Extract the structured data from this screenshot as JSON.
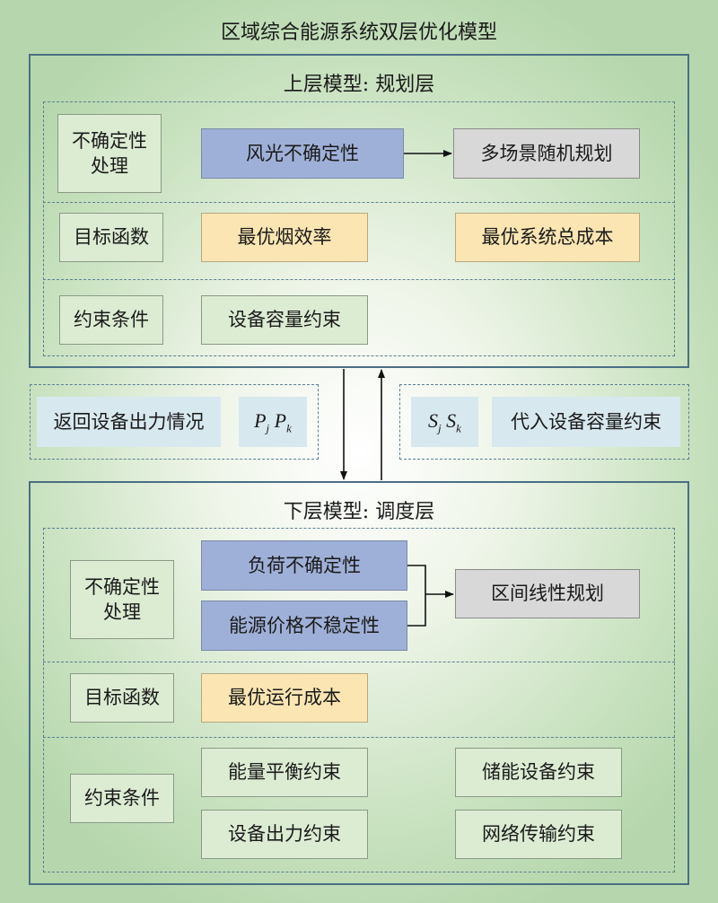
{
  "title": "区域综合能源系统双层优化模型",
  "upper": {
    "title": "上层模型: 规划层",
    "uncertainty_label": "不确定性处理",
    "wind_solar": "风光不确定性",
    "scenario": "多场景随机规划",
    "objective_label": "目标函数",
    "obj_exergy": "最优烟效率",
    "obj_cost": "最优系统总成本",
    "constraint_label": "约束条件",
    "capacity_constraint": "设备容量约束"
  },
  "middle": {
    "return_text": "返回设备出力情况",
    "return_vars": "P_j P_k",
    "return_p1": "P",
    "return_j": "j",
    "return_p2": "P",
    "return_k": "k",
    "substitute_text": "代入设备容量约束",
    "sub_s1": "S",
    "sub_j": "j",
    "sub_s2": "S",
    "sub_k": "k"
  },
  "lower": {
    "title": "下层模型: 调度层",
    "uncertainty_label": "不确定性处理",
    "load": "负荷不确定性",
    "price": "能源价格不稳定性",
    "interval": "区间线性规划",
    "objective_label": "目标函数",
    "obj_run_cost": "最优运行成本",
    "constraint_label": "约束条件",
    "energy_balance": "能量平衡约束",
    "storage": "储能设备约束",
    "output": "设备出力约束",
    "network": "网络传输约束"
  }
}
